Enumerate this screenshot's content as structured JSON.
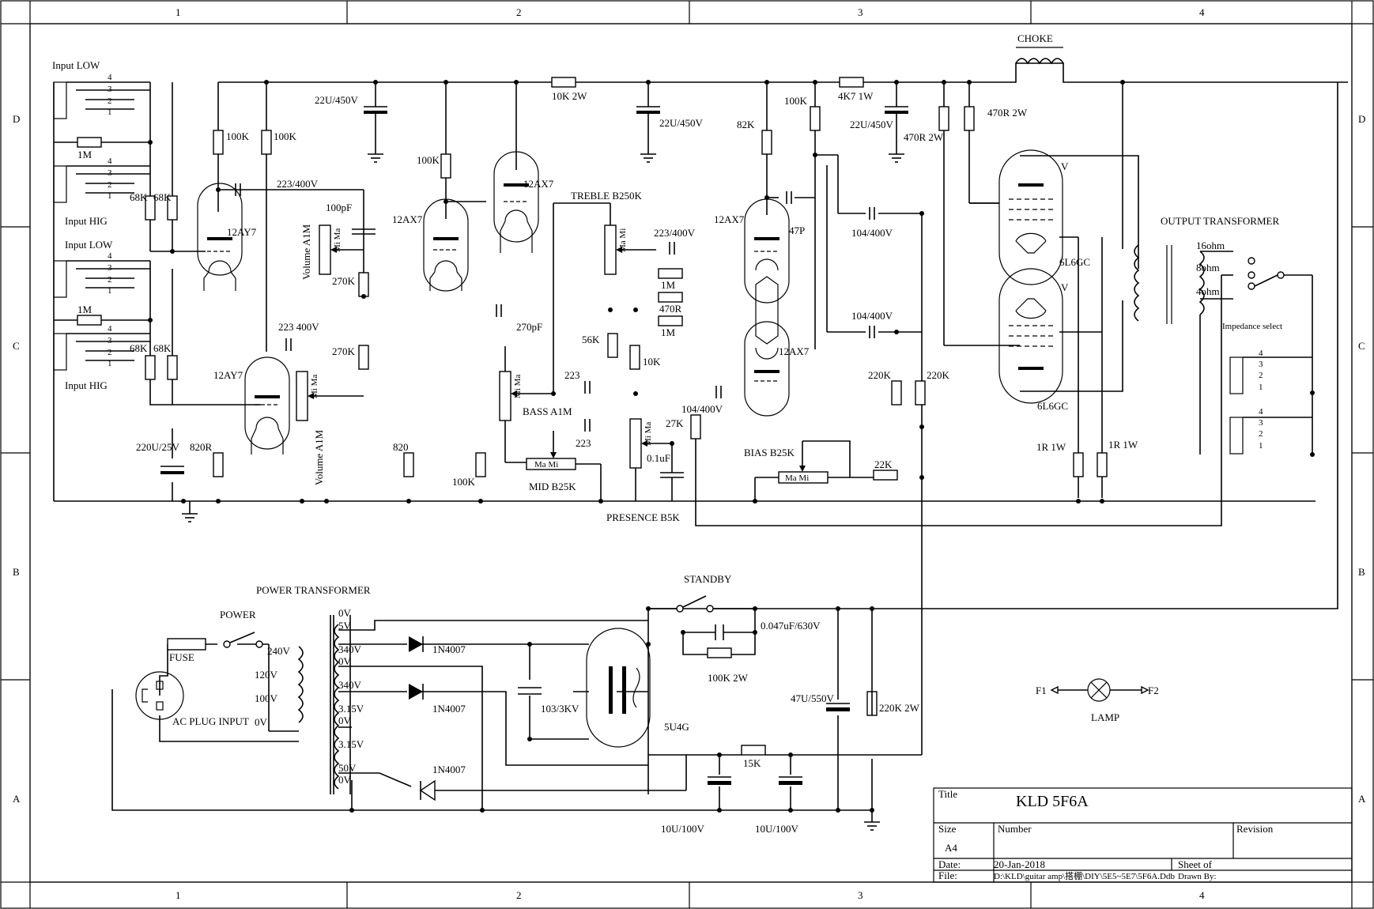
{
  "frame": {
    "columns": [
      "1",
      "2",
      "3",
      "4"
    ],
    "rows": [
      "D",
      "C",
      "B",
      "A"
    ]
  },
  "title_block": {
    "title_label": "Title",
    "title": "KLD 5F6A",
    "size_label": "Size",
    "size": "A4",
    "number_label": "Number",
    "revision_label": "Revision",
    "date_label": "Date:",
    "date": "20-Jan-2018",
    "file_label": "File:",
    "file": "D:\\KLD\\guitar amp\\搭棚\\DIY\\5E5~5E7\\5F6A.Ddb",
    "sheet_label": "Sheet   of",
    "drawn_by": "Drawn By:"
  },
  "inputs": {
    "input_low_1": "Input LOW",
    "input_hig_1": "Input HIG",
    "input_low_2": "Input LOW",
    "input_hig_2": "Input HIG",
    "pins": [
      "4",
      "3",
      "2",
      "1"
    ]
  },
  "labels": {
    "r_1m_a": "1M",
    "r_1m_b": "1M",
    "r_68k_a": "68K",
    "r_68k_b": "68K",
    "r_68k_c": "68K",
    "r_68k_d": "68K",
    "r_100k_a": "100K",
    "r_100k_b": "100K",
    "c_22u_a": "22U/450V",
    "c_22u_b": "22U/450V",
    "c_22u_c": "22U/450V",
    "r_10k2w": "10K 2W",
    "r_4k7": "4K7 1W",
    "choke": "CHOKE",
    "r_100k_c": "100K",
    "r_100k_d": "100K",
    "r_82k": "82K",
    "r_470r2w_a": "470R 2W",
    "r_470r2w_b": "470R 2W",
    "c_223_400v_a": "223/400V",
    "c_100pf": "100pF",
    "vol_a": "Volume A1M",
    "vol_b": "Volume A1M",
    "r_270k_a": "270K",
    "r_270k_b": "270K",
    "c_223_400v_b": "223 400V",
    "v_12ay7_a": "12AY7",
    "v_12ay7_b": "12AY7",
    "v_12ax7_a": "12AX7",
    "v_12ax7_b": "12AX7",
    "v_12ax7_c": "12AX7",
    "v_12ax7_d": "12AX7",
    "treble": "TREBLE  B250K",
    "c_223_400v_c": "223/400V",
    "c_47p": "47P",
    "c_104_400v_a": "104/400V",
    "c_104_400v_b": "104/400V",
    "c_104_400v_c": "104/400V",
    "c_270pf": "270pF",
    "r_56k": "56K",
    "r_1m_c": "1M",
    "r_1m_d": "1M",
    "r_470r": "470R",
    "r_10k": "10K",
    "c_223_a": "223",
    "c_223_b": "223",
    "bass": "BASS  A1M",
    "mid": "MID  B25K",
    "presence": "PRESENCE  B5K",
    "r_27k": "27K",
    "c_0_1uf": "0.1uF",
    "bias": "BIAS  B25K",
    "r_22k": "22K",
    "r_220k_a": "220K",
    "r_220k_b": "220K",
    "r_1r_a": "1R 1W",
    "r_1r_b": "1R 1W",
    "v_6l6_a": "6L6GC",
    "v_6l6_b": "6L6GC",
    "v_mark": "V",
    "output_tf": "OUTPUT TRANSFORMER",
    "ohm16": "16ohm",
    "ohm8": "8ohm",
    "ohm4": "4ohm",
    "imp_select": "Impedance select",
    "c_220u": "220U/25V",
    "r_820r": "820R",
    "r_820": "820",
    "r_100k_e": "100K",
    "power_tf": "POWER TRANSFORMER",
    "power": "POWER",
    "fuse": "FUSE",
    "ac_plug": "AC PLUG INPUT",
    "standby": "STANDBY",
    "v240": "240V",
    "v120": "120V",
    "v100": "100V",
    "v0a": "0V",
    "s0v": "0V",
    "s5v": "5V",
    "s340a": "340V",
    "s0vb": "0V",
    "s340b": "340V",
    "s315a": "3.15V",
    "s0vc": "0V",
    "s315b": "3.15V",
    "s50v": "50V",
    "s0vd": "0V",
    "d1": "1N4007",
    "d2": "1N4007",
    "d3": "1N4007",
    "c_103": "103/3KV",
    "v_5u4g": "5U4G",
    "c_047": "0.047uF/630V",
    "r_100k2w": "100K 2W",
    "c_47u": "47U/550V",
    "r_220k2w": "220K 2W",
    "r_15k": "15K",
    "c_10u_a": "10U/100V",
    "c_10u_b": "10U/100V",
    "lamp": "LAMP",
    "f1": "F1",
    "f2": "F2"
  }
}
